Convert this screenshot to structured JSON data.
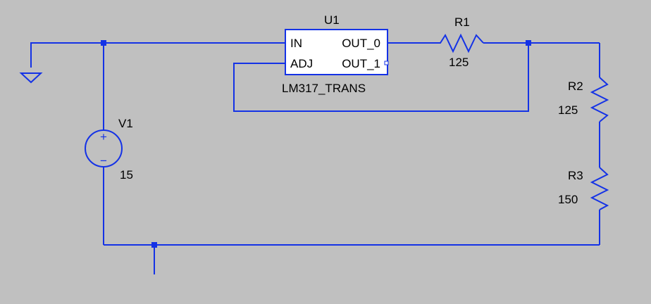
{
  "schematic": {
    "background_color": "#c0c0c0",
    "wire_color": "#1432e6",
    "components": {
      "u1": {
        "ref": "U1",
        "part": "LM317_TRANS",
        "pins": {
          "in": "IN",
          "adj": "ADJ",
          "out0": "OUT_0",
          "out1": "OUT_1"
        }
      },
      "r1": {
        "ref": "R1",
        "value": "125"
      },
      "r2": {
        "ref": "R2",
        "value": "125"
      },
      "r3": {
        "ref": "R3",
        "value": "150"
      },
      "v1": {
        "ref": "V1",
        "value": "15",
        "plus": "+",
        "minus": "−"
      }
    },
    "symbols": [
      "ground-icon",
      "voltage-source-icon",
      "resistor-icon",
      "junction-dot"
    ]
  }
}
